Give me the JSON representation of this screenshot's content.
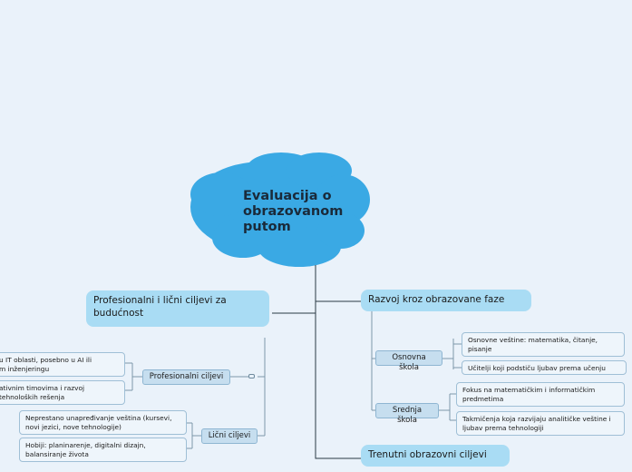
{
  "map": {
    "central": "Evaluacija o obrazovanom putom",
    "right_branches": [
      {
        "label": "Razvoj kroz obrazovane faze",
        "children": [
          {
            "label": "Osnovna škola",
            "leaves": [
              "Osnovne veštine: matematika, čitanje, pisanje",
              "Učitelji koji podstiču ljubav prema učenju"
            ]
          },
          {
            "label": "Srednja škola",
            "leaves": [
              "Fokus na matematičkim i informatičkim predmetima",
              "Takmičenja koja razvijaju analitičke veštine i ljubav prema tehnologiji"
            ]
          }
        ]
      },
      {
        "label": "Trenutni obrazovni ciljevi"
      }
    ],
    "left_branches": [
      {
        "label": "Profesionalni i lični ciljevi za budućnost",
        "children": [
          {
            "label": "Profesionalni ciljevi",
            "leaves": [
              "u IT oblasti, posebno u AI ili\nm inženjeringu",
              "ativnim timovima i razvoj\ntehnoloških rešenja"
            ]
          },
          {
            "label": "Lični ciljevi",
            "leaves": [
              "Neprestano unapređivanje veština (kursevi, novi jezici, nove tehnologije)",
              "Hobiji: planinarenje, digitalni dizajn, balansiranje života"
            ]
          }
        ]
      }
    ]
  },
  "colors": {
    "background": "#eaf2fa",
    "cloud": "#3aa9e4",
    "bubble": "#a9dcf4",
    "line": "#2b3a44"
  }
}
